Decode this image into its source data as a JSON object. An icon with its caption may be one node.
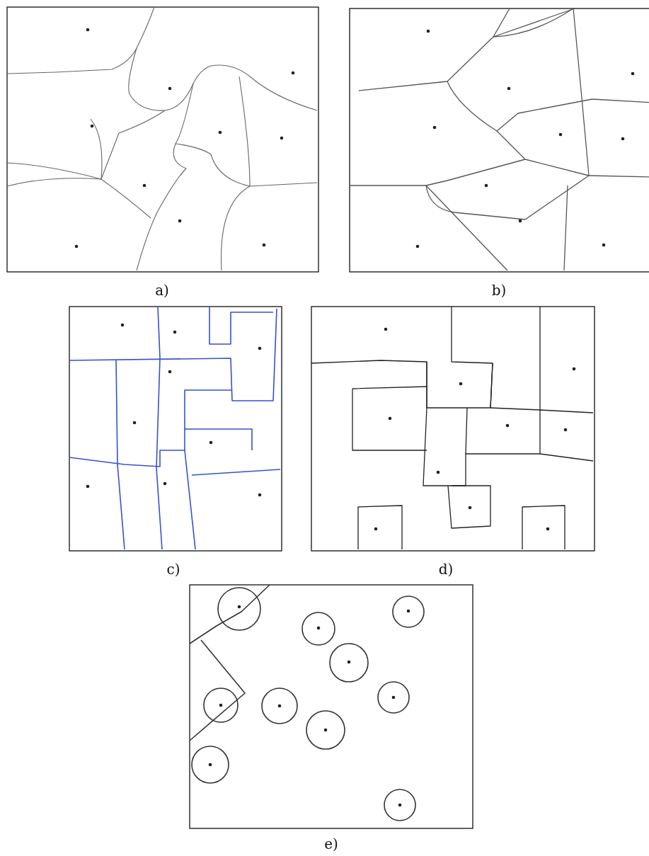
{
  "diagram": {
    "labels": [
      "a)",
      "b)",
      "c)",
      "d)",
      "e)"
    ]
  }
}
